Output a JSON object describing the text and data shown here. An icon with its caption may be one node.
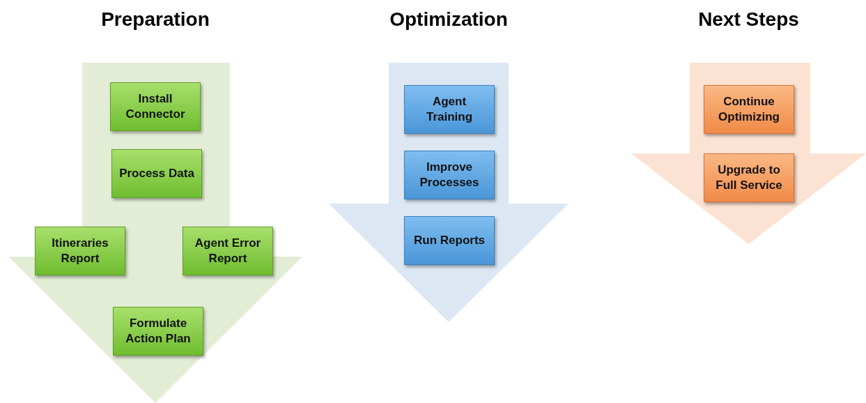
{
  "diagram": {
    "nodes": [
      {
        "text": [
          "Preparation"
        ]
      },
      {
        "text": [
          "Install Connector"
        ],
        "in": 0
      },
      {
        "text": [
          "Process Data"
        ],
        "in": 0
      },
      {
        "text": [
          "Itineraries Report"
        ],
        "in": 0
      },
      {
        "text": [
          "Agent Error Report"
        ],
        "in": 0
      },
      {
        "text": [
          "Formulate Action Plan"
        ],
        "in": 0
      },
      {
        "text": [
          "Optimization"
        ]
      },
      {
        "text": [
          "Agent Training"
        ],
        "in": 6
      },
      {
        "text": [
          "Improve Processes"
        ],
        "in": 6
      },
      {
        "text": [
          "Run Reports"
        ],
        "in": 6
      },
      {
        "text": [
          "Next Steps"
        ]
      },
      {
        "text": [
          "Continue Optimizing"
        ],
        "in": 10
      },
      {
        "text": [
          "Upgrade to Full Service"
        ],
        "in": 10
      }
    ]
  }
}
